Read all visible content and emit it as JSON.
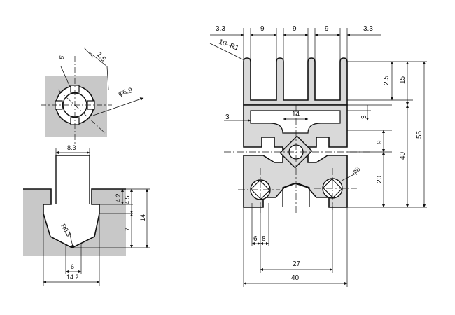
{
  "colors": {
    "hatch": "#c8c8c8",
    "profile": "#d9d9d9",
    "line": "#111111"
  },
  "top_left_detail": {
    "labels": [
      "6",
      "1.5",
      "φ6.8"
    ]
  },
  "slot_detail": {
    "labels": [
      "8.3",
      "4.2",
      "4.5",
      "7",
      "14",
      "R0.3",
      "6",
      "14.2"
    ]
  },
  "section": {
    "labels": [
      "3.3",
      "9",
      "9",
      "9",
      "3.3",
      "10–R1",
      "14",
      "3",
      "3",
      "9",
      "2.5",
      "15",
      "40",
      "55",
      "20",
      "φ8",
      "6",
      "8",
      "27",
      "40"
    ]
  }
}
